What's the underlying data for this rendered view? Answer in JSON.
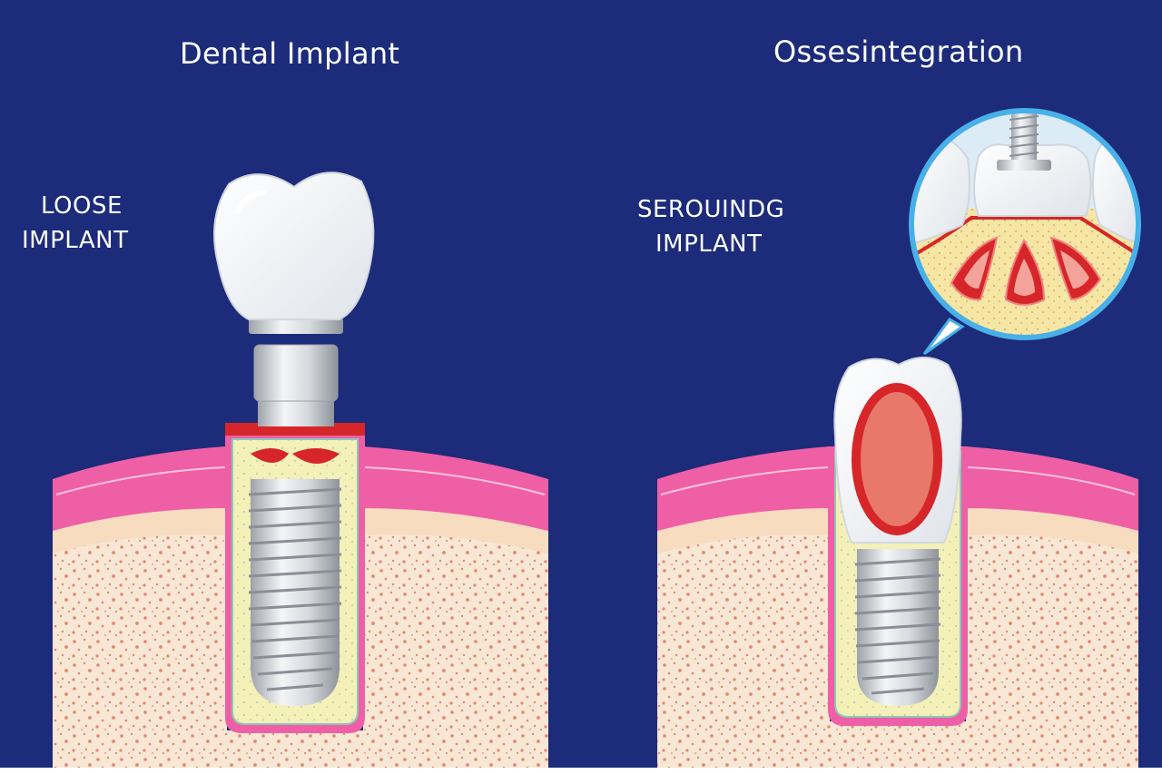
{
  "left_panel": {
    "title": "Dental Implant",
    "side_label_line1": "LOOSE",
    "side_label_line2": "IMPLANT"
  },
  "right_panel": {
    "title": "Ossesintegration",
    "side_label_line1": "SEROUINDG",
    "side_label_line2": "IMPLANT"
  },
  "colors": {
    "background": "#1c2b7a",
    "gum": "#ef5fa6",
    "bone": "#f7e7d4",
    "bone_dots": "#e2886e",
    "inflammation": "#d6262a",
    "tooth": "#ffffff",
    "metal": "#c9ccd1",
    "zoom_ring": "#48b0e8"
  }
}
